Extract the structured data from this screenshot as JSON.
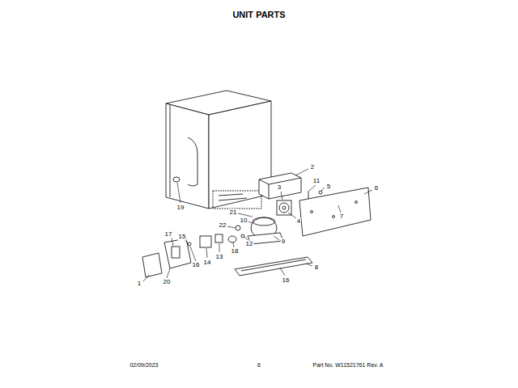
{
  "diagram": {
    "title": "UNIT PARTS",
    "labels": [
      "2",
      "11",
      "3",
      "5",
      "6",
      "19",
      "21",
      "4",
      "7",
      "10",
      "22",
      "15",
      "17",
      "16",
      "12",
      "9",
      "13",
      "14",
      "18",
      "8",
      "1",
      "20",
      "16",
      "02/09/2023",
      "6",
      "Part No. W11521761 Rev. A"
    ]
  }
}
